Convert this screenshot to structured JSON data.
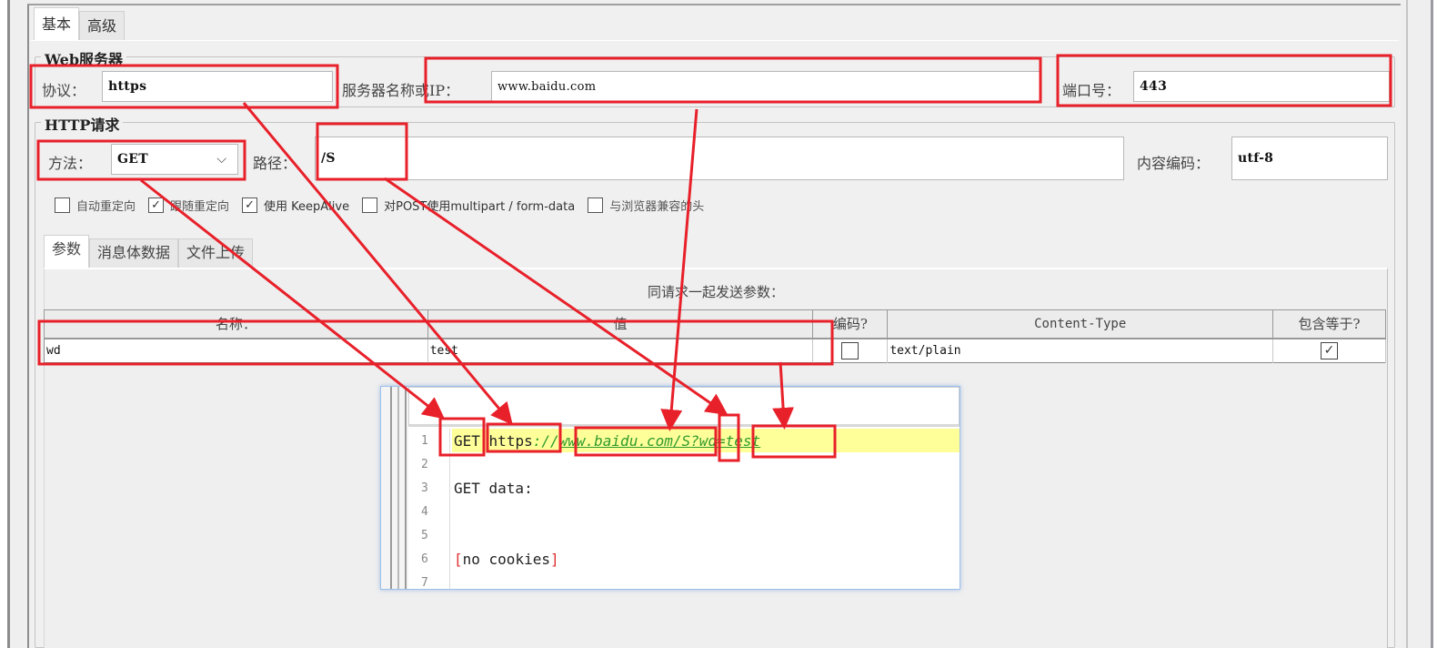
{
  "top_tabs": [
    {
      "label": "基本",
      "active": true
    },
    {
      "label": "高级",
      "active": false
    }
  ],
  "web_server": {
    "legend": "Web服务器",
    "protocol_label": "协议：",
    "protocol_value": "https",
    "server_label": "服务器名称或IP：",
    "server_value": "www.baidu.com",
    "port_label": "端口号：",
    "port_value": "443"
  },
  "http_request": {
    "legend": "HTTP请求",
    "method_label": "方法：",
    "method_value": "GET",
    "path_label": "路径：",
    "path_value": "/S",
    "encoding_label": "内容编码：",
    "encoding_value": "utf-8"
  },
  "options": [
    {
      "label": "自动重定向",
      "checked": false
    },
    {
      "label": "跟随重定向",
      "checked": true
    },
    {
      "label": "使用 KeepAlive",
      "checked": true
    },
    {
      "label": "对POST使用multipart / form-data",
      "checked": false
    },
    {
      "label": "与浏览器兼容的头",
      "checked": false
    }
  ],
  "sub_tabs": [
    {
      "label": "参数",
      "active": true
    },
    {
      "label": "消息体数据",
      "active": false
    },
    {
      "label": "文件上传",
      "active": false
    }
  ],
  "params": {
    "caption": "同请求一起发送参数：",
    "columns": [
      "名称：",
      "值",
      "编码?",
      "Content-Type",
      "包含等于?"
    ],
    "rows": [
      {
        "name": "wd",
        "value": "test",
        "encode": false,
        "content_type": "text/plain",
        "include_equals": true
      }
    ]
  },
  "result_view": {
    "line_numbers": [
      "1",
      "2",
      "3",
      "4",
      "5",
      "6",
      "7"
    ],
    "line1": {
      "method": "GET",
      "scheme": "https",
      "sep": "://",
      "host": "www.baidu.com",
      "path": "/S",
      "query": "?wd=test"
    },
    "line3": "GET data:",
    "line6_open": "[",
    "line6_text": "no cookies",
    "line6_close": "]"
  },
  "icons": {
    "chevron": "⌵",
    "check": "✓"
  },
  "colors": {
    "annotation_red": "#e8202a",
    "highlight_yellow": "#ffff99",
    "url_green": "#2e9a2e"
  }
}
